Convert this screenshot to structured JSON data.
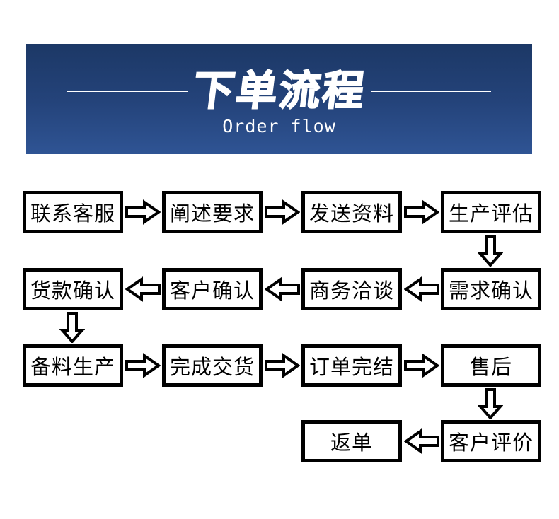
{
  "header": {
    "title": "下单流程",
    "subtitle": "Order flow",
    "colors": {
      "banner_top": "#1c3866",
      "banner_mid": "#24437a",
      "banner_bottom": "#2f5494",
      "text": "#ffffff"
    }
  },
  "flowchart": {
    "box_fill": "#ffffff",
    "box_border_color": "#000000",
    "arrow_fill": "#ffffff",
    "arrow_outline": "#000000",
    "rows": [
      {
        "direction": "right",
        "nodes": [
          "联系客服",
          "阐述要求",
          "发送资料",
          "生产评估"
        ]
      },
      {
        "direction": "left",
        "nodes": [
          "货款确认",
          "客户确认",
          "商务洽谈",
          "需求确认"
        ]
      },
      {
        "direction": "right",
        "nodes": [
          "备料生产",
          "完成交货",
          "订单完结",
          "售后"
        ]
      },
      {
        "direction": "left",
        "nodes": [
          "返单",
          "客户评价"
        ]
      }
    ],
    "connectors": [
      {
        "from": "联系客服",
        "to": "阐述要求",
        "direction": "right"
      },
      {
        "from": "阐述要求",
        "to": "发送资料",
        "direction": "right"
      },
      {
        "from": "发送资料",
        "to": "生产评估",
        "direction": "right"
      },
      {
        "from": "生产评估",
        "to": "需求确认",
        "direction": "down"
      },
      {
        "from": "需求确认",
        "to": "商务洽谈",
        "direction": "left"
      },
      {
        "from": "商务洽谈",
        "to": "客户确认",
        "direction": "left"
      },
      {
        "from": "客户确认",
        "to": "货款确认",
        "direction": "left"
      },
      {
        "from": "货款确认",
        "to": "备料生产",
        "direction": "down"
      },
      {
        "from": "备料生产",
        "to": "完成交货",
        "direction": "right"
      },
      {
        "from": "完成交货",
        "to": "订单完结",
        "direction": "right"
      },
      {
        "from": "订单完结",
        "to": "售后",
        "direction": "right"
      },
      {
        "from": "售后",
        "to": "客户评价",
        "direction": "down"
      },
      {
        "from": "客户评价",
        "to": "返单",
        "direction": "left"
      }
    ],
    "icons": {
      "right": "arrow-right-icon",
      "left": "arrow-left-icon",
      "down": "arrow-down-icon"
    }
  }
}
